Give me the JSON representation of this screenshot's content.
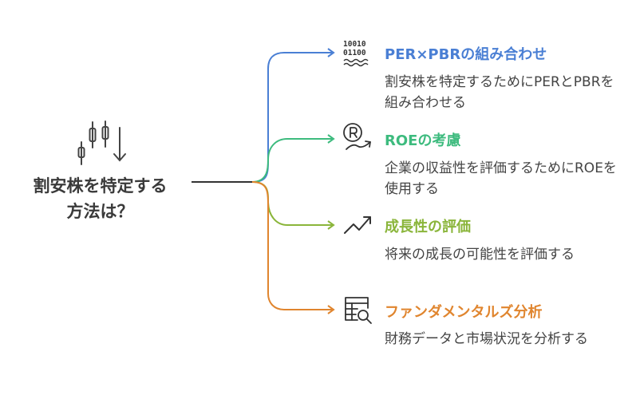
{
  "root": {
    "title_line1": "割安株を特定する",
    "title_line2": "方法は？",
    "icon": "candlestick-chart-icon"
  },
  "branches": [
    {
      "title": "PER×PBRの組み合わせ",
      "description": "割安株を特定するためにPERとPBRを組み合わせる",
      "color": "#4a7fd4",
      "icon": "binary-data-icon",
      "icon_text_1": "10010",
      "icon_text_2": "01100"
    },
    {
      "title": "ROEの考慮",
      "description": "企業の収益性を評価するためにROEを使用する",
      "color": "#3dbb7e",
      "icon": "currency-growth-icon"
    },
    {
      "title": "成長性の評価",
      "description": "将来の成長の可能性を評価する",
      "color": "#8ab53a",
      "icon": "trending-up-icon"
    },
    {
      "title": "ファンダメンタルズ分析",
      "description": "財務データと市場状況を分析する",
      "color": "#e0852e",
      "icon": "data-analysis-icon"
    }
  ],
  "colors": {
    "trunk": "#333333",
    "text": "#444444"
  }
}
